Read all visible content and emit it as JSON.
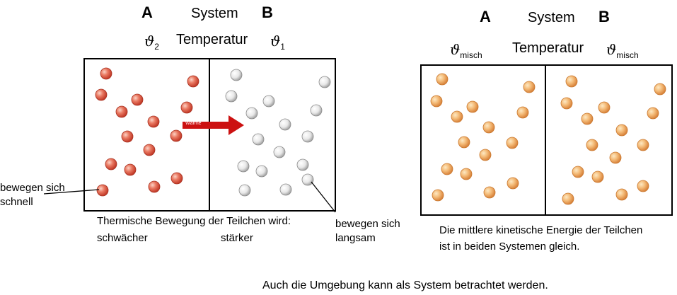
{
  "left": {
    "label_a": "A",
    "system": "System",
    "label_b": "B",
    "temperatur": "Temperatur",
    "theta_a": "ϑ",
    "theta_a_sub": "2",
    "theta_b": "ϑ",
    "theta_b_sub": "1",
    "arrow_label": "Wärme",
    "fast_label": "bewegen sich schnell",
    "slow_label": "bewegen sich langsam",
    "caption_line1": "Thermische Bewegung der Teilchen wird:",
    "caption_a": "schwächer",
    "caption_b": "stärker"
  },
  "right": {
    "label_a": "A",
    "system": "System",
    "label_b": "B",
    "temperatur": "Temperatur",
    "theta_a": "ϑ",
    "theta_a_sub": "misch",
    "theta_b": "ϑ",
    "theta_b_sub": "misch",
    "caption_line1": "Die mittlere kinetische Energie der Teilchen",
    "caption_line2": "ist in beiden Systemen gleich."
  },
  "footer": "Auch die Umgebung kann als System betrachtet werden.",
  "colors": {
    "hot_particle": "#e05a48",
    "cold_particle": "#e4e4e4",
    "mixed_particle": "#f2b06a",
    "arrow": "#cc1111"
  }
}
